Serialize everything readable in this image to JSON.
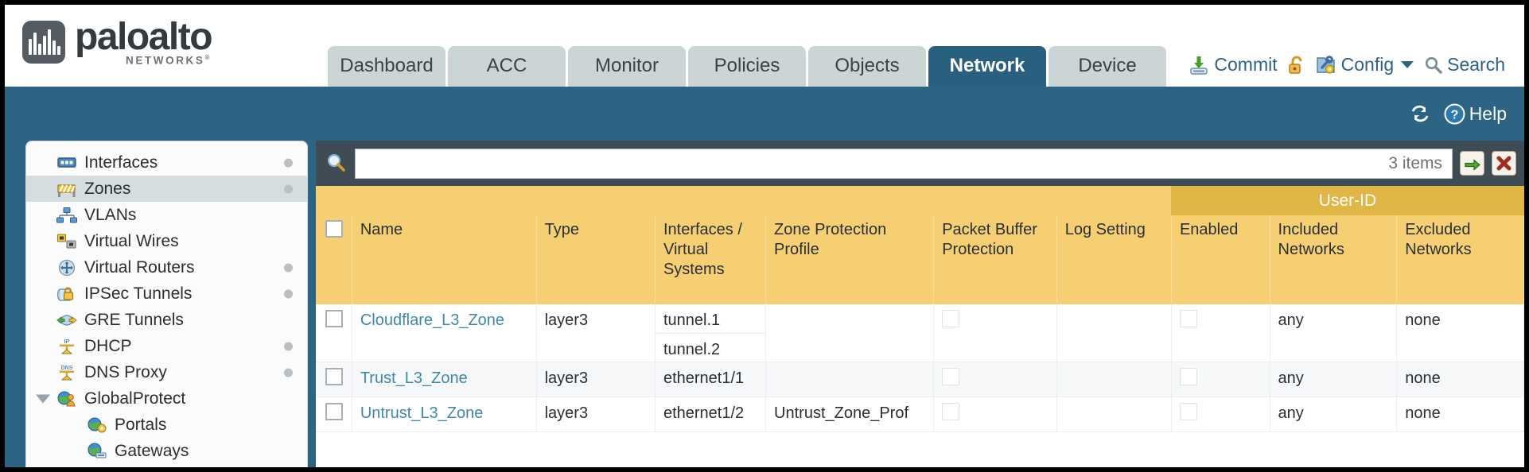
{
  "brand": {
    "name": "paloalto",
    "sub": "NETWORKS",
    "sup": "®"
  },
  "tabs": [
    {
      "label": "Dashboard",
      "active": false
    },
    {
      "label": "ACC",
      "active": false
    },
    {
      "label": "Monitor",
      "active": false
    },
    {
      "label": "Policies",
      "active": false
    },
    {
      "label": "Objects",
      "active": false
    },
    {
      "label": "Network",
      "active": true
    },
    {
      "label": "Device",
      "active": false
    }
  ],
  "header_actions": {
    "commit": "Commit",
    "config": "Config",
    "search": "Search"
  },
  "blue_bar": {
    "help": "Help"
  },
  "sidebar": {
    "items": [
      {
        "label": "Interfaces",
        "icon": "interfaces-icon",
        "selected": false,
        "dot": true,
        "indent": false,
        "expander": false
      },
      {
        "label": "Zones",
        "icon": "zones-icon",
        "selected": true,
        "dot": true,
        "indent": false,
        "expander": false
      },
      {
        "label": "VLANs",
        "icon": "vlans-icon",
        "selected": false,
        "dot": false,
        "indent": false,
        "expander": false
      },
      {
        "label": "Virtual Wires",
        "icon": "virtual-wires-icon",
        "selected": false,
        "dot": false,
        "indent": false,
        "expander": false
      },
      {
        "label": "Virtual Routers",
        "icon": "virtual-routers-icon",
        "selected": false,
        "dot": true,
        "indent": false,
        "expander": false
      },
      {
        "label": "IPSec Tunnels",
        "icon": "ipsec-tunnels-icon",
        "selected": false,
        "dot": true,
        "indent": false,
        "expander": false
      },
      {
        "label": "GRE Tunnels",
        "icon": "gre-tunnels-icon",
        "selected": false,
        "dot": false,
        "indent": false,
        "expander": false
      },
      {
        "label": "DHCP",
        "icon": "dhcp-icon",
        "selected": false,
        "dot": true,
        "indent": false,
        "expander": false
      },
      {
        "label": "DNS Proxy",
        "icon": "dns-proxy-icon",
        "selected": false,
        "dot": true,
        "indent": false,
        "expander": false
      },
      {
        "label": "GlobalProtect",
        "icon": "globalprotect-icon",
        "selected": false,
        "dot": false,
        "indent": false,
        "expander": true
      },
      {
        "label": "Portals",
        "icon": "portals-icon",
        "selected": false,
        "dot": false,
        "indent": true,
        "expander": false
      },
      {
        "label": "Gateways",
        "icon": "gateways-icon",
        "selected": false,
        "dot": false,
        "indent": true,
        "expander": false
      }
    ]
  },
  "search": {
    "value": "",
    "placeholder": "",
    "items_count": "3 items"
  },
  "table": {
    "group_header": "User-ID",
    "columns": [
      "Name",
      "Type",
      "Interfaces / Virtual Systems",
      "Zone Protection Profile",
      "Packet Buffer Protection",
      "Log Setting",
      "Enabled",
      "Included Networks",
      "Excluded Networks"
    ],
    "rows": [
      {
        "name": "Cloudflare_L3_Zone",
        "type": "layer3",
        "interfaces": [
          "tunnel.1",
          "tunnel.2"
        ],
        "zone_protection_profile": "",
        "packet_buffer_protection": false,
        "log_setting": "",
        "userid_enabled": false,
        "included_networks": "any",
        "excluded_networks": "none"
      },
      {
        "name": "Trust_L3_Zone",
        "type": "layer3",
        "interfaces": [
          "ethernet1/1"
        ],
        "zone_protection_profile": "",
        "packet_buffer_protection": false,
        "log_setting": "",
        "userid_enabled": false,
        "included_networks": "any",
        "excluded_networks": "none"
      },
      {
        "name": "Untrust_L3_Zone",
        "type": "layer3",
        "interfaces": [
          "ethernet1/2"
        ],
        "zone_protection_profile": "Untrust_Zone_Prof",
        "packet_buffer_protection": false,
        "log_setting": "",
        "userid_enabled": false,
        "included_networks": "any",
        "excluded_networks": "none"
      }
    ]
  },
  "colors": {
    "brand_blue": "#2d6484",
    "tab_active": "#296080",
    "tab_inactive": "#ccd5d6",
    "table_header": "#f5cf72",
    "table_group_header": "#e0b647",
    "panel_dark": "#3f4b55",
    "link": "#3f88ad"
  }
}
